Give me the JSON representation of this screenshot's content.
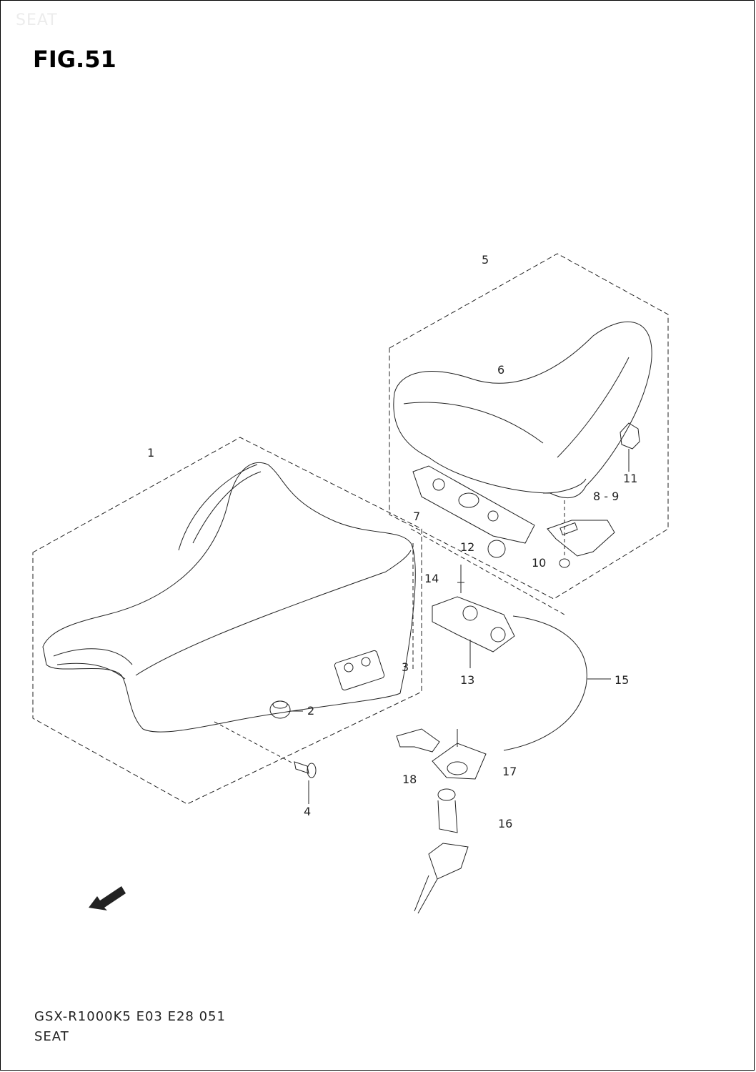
{
  "watermark": "SEAT",
  "figure_title": "FIG.51",
  "callouts": [
    {
      "id": "c1",
      "label": "1"
    },
    {
      "id": "c2",
      "label": "2"
    },
    {
      "id": "c3",
      "label": "3"
    },
    {
      "id": "c4",
      "label": "4"
    },
    {
      "id": "c5",
      "label": "5"
    },
    {
      "id": "c6",
      "label": "6"
    },
    {
      "id": "c7",
      "label": "7"
    },
    {
      "id": "c89",
      "label": "8 - 9"
    },
    {
      "id": "c10",
      "label": "10"
    },
    {
      "id": "c11",
      "label": "11"
    },
    {
      "id": "c12",
      "label": "12"
    },
    {
      "id": "c13",
      "label": "13"
    },
    {
      "id": "c14",
      "label": "14"
    },
    {
      "id": "c15",
      "label": "15"
    },
    {
      "id": "c16",
      "label": "16"
    },
    {
      "id": "c17",
      "label": "17"
    },
    {
      "id": "c18",
      "label": "18"
    }
  ],
  "fwd_label": "FWD",
  "footer": {
    "model_code": "GSX-R1000K5 E03 E28  051",
    "section": "SEAT"
  },
  "colors": {
    "line": "#222222",
    "text": "#222222",
    "background": "#ffffff"
  }
}
